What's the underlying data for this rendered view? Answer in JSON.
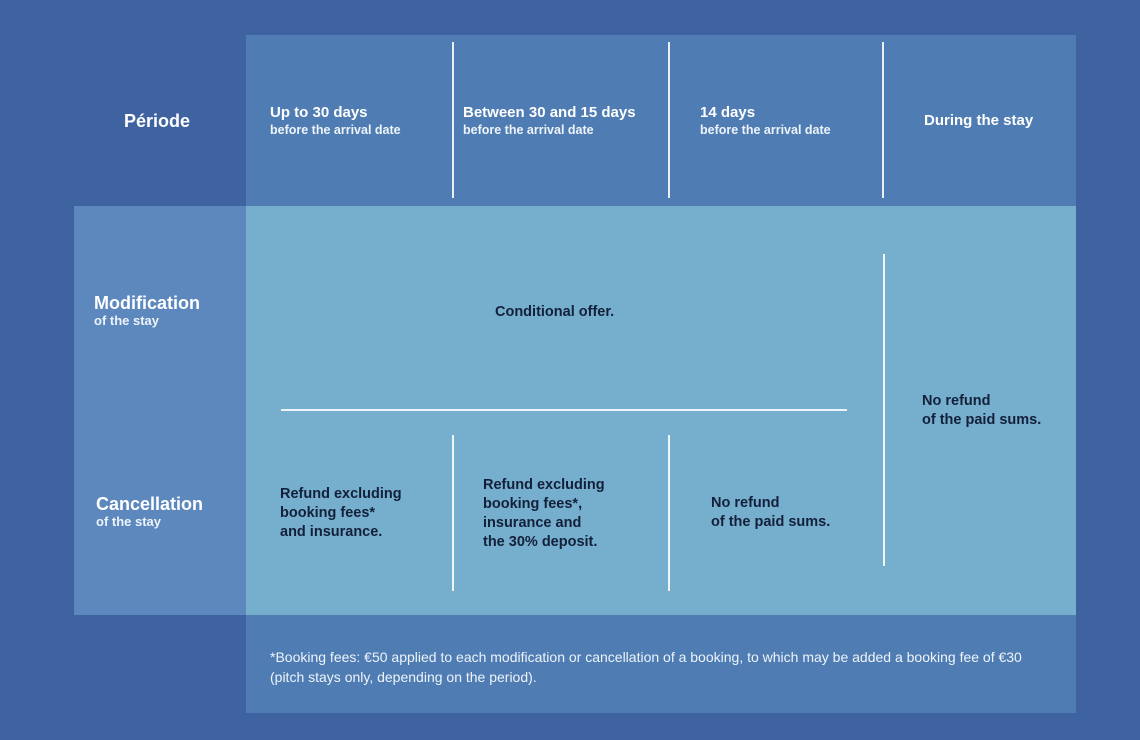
{
  "header": {
    "period_label": "Période",
    "columns": [
      {
        "title": "Up to 30 days",
        "subtitle": "before the arrival date"
      },
      {
        "title": "Between 30 and 15 days",
        "subtitle": "before the arrival date"
      },
      {
        "title": "14 days",
        "subtitle": "before the arrival date"
      },
      {
        "title": "During the stay",
        "subtitle": ""
      }
    ]
  },
  "rows": {
    "modification": {
      "title": "Modification",
      "subtitle": "of the stay",
      "conditional_offer": "Conditional offer."
    },
    "cancellation": {
      "title": "Cancellation",
      "subtitle": "of the stay",
      "cells": [
        {
          "lines": [
            "Refund excluding",
            "booking fees*",
            "and insurance."
          ]
        },
        {
          "lines": [
            "Refund excluding",
            "booking fees*,",
            "insurance and",
            "the 30% deposit."
          ]
        },
        {
          "lines": [
            "No refund",
            "of the paid sums."
          ]
        }
      ]
    },
    "during_stay": {
      "lines": [
        "No refund",
        "of the paid sums."
      ]
    }
  },
  "footnote": {
    "text": "*Booking fees: €50 applied to each modification or cancellation of a booking, to which may be added a booking fee of €30 (pitch stays only, depending on the period)."
  },
  "colors": {
    "background": "#3f62a0",
    "header_panel": "#4f7db3",
    "row_label_panel": "#5c88bd",
    "body_panel": "#76aecd",
    "dark_text": "#13203a"
  }
}
